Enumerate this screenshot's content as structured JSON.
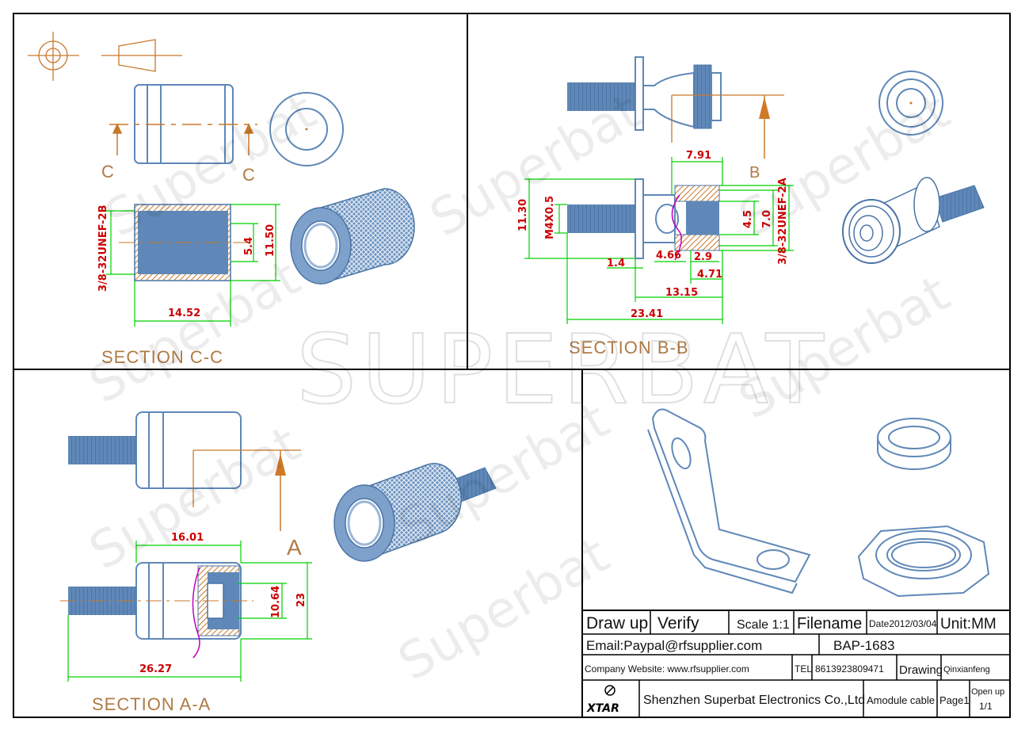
{
  "watermark": {
    "brand": "Superbat",
    "banner": "SUPERBAT"
  },
  "colors": {
    "part": "#5f88b8",
    "outline": "#4a74a6",
    "dim": "#00d000",
    "dimtext": "#cc0000",
    "leader": "#cf7a28",
    "hatch": "#c8782a",
    "section": "#b07a45"
  },
  "panel_cc": {
    "section_label": "SECTION C-C",
    "cut_letter": "C",
    "dims": {
      "thread": "3/8-32UNEF-2B",
      "inner": "5.4",
      "outer": "11.50",
      "length": "14.52"
    }
  },
  "panel_bb": {
    "section_label": "SECTION B-B",
    "cut_letter": "B",
    "dims": {
      "overall_h": "11.30",
      "thread_m": "M4X0.5",
      "w1": "7.91",
      "d1": "4.5",
      "d2": "7.0",
      "thread": "3/8-32UNEF-2A",
      "a": "1.4",
      "b": "4.66",
      "c": "2.9",
      "d": "4.71",
      "e": "13.15",
      "f": "23.41"
    }
  },
  "panel_aa": {
    "section_label": "SECTION A-A",
    "cut_letter": "A",
    "dims": {
      "body": "16.01",
      "inner": "10.64",
      "outer": "23",
      "total": "26.27"
    }
  },
  "title_block": {
    "draw_up": "Draw up",
    "verify": "Verify",
    "scale": "Scale 1:1",
    "filename": "Filename",
    "date": "Date2012/03/04",
    "unit": "Unit:MM",
    "email": "Email:Paypal@rfsupplier.com",
    "part_no": "BAP-1683",
    "website": "Company Website:  www.rfsupplier.com",
    "tel_label": "TEL",
    "tel": "8613923809471",
    "drawing": "Drawing",
    "drawer": "Qinxianfeng",
    "logo": "XTAR",
    "company": "Shenzhen Superbat Electronics Co.,Ltd",
    "product": "Amodule cable",
    "page": "Page1",
    "open_up": "Open up",
    "open_up_val": "1/1"
  }
}
